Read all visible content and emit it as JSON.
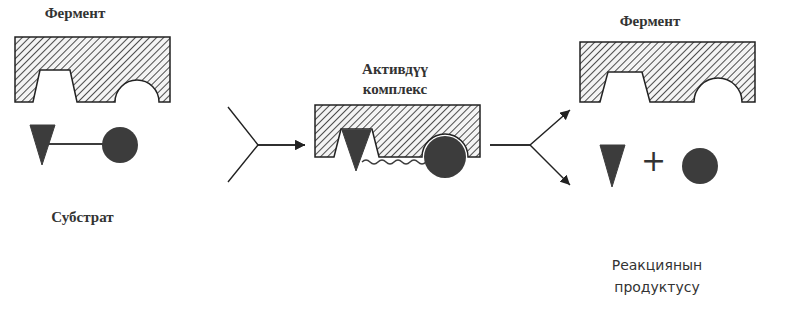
{
  "diagram": {
    "nodes": [
      {
        "text": [
          "Фермент"
        ]
      },
      {
        "text": [
          "Субстрат"
        ]
      },
      {
        "text": [
          "Активдүү комплекс"
        ]
      },
      {
        "text": [
          "Фермент"
        ]
      },
      {
        "text": [
          "Реакциянын продуктусу"
        ]
      }
    ],
    "edges": [
      {
        "from": 0,
        "to": 2,
        "arrow": "to"
      },
      {
        "from": 1,
        "to": 2,
        "arrow": "to"
      },
      {
        "from": 2,
        "to": 3,
        "arrow": "to"
      },
      {
        "from": 2,
        "to": 4,
        "arrow": "to"
      }
    ],
    "labels": [
      "+"
    ]
  }
}
